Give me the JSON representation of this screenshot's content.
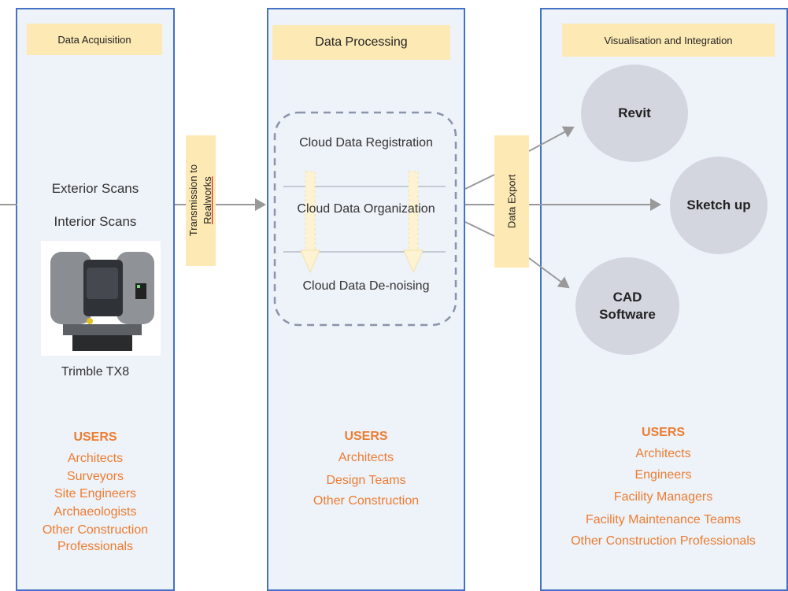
{
  "panels": {
    "acquisition": {
      "header": "Data Acquisition",
      "scans": [
        "Exterior Scans",
        "Interior Scans"
      ],
      "device_label": "Trimble TX8",
      "users_title": "USERS",
      "users": [
        "Architects",
        "Surveyors",
        "Site Engineers",
        "Archaeologists",
        "Other Construction Professionals"
      ]
    },
    "processing": {
      "header": "Data Processing",
      "steps": [
        "Cloud Data Registration",
        "Cloud Data Organization",
        "Cloud Data De-noising"
      ],
      "users_title": "USERS",
      "users": [
        "Architects",
        "Design Teams",
        "Other Construction"
      ]
    },
    "visualisation": {
      "header": "Visualisation and Integration",
      "users_title": "USERS",
      "users": [
        "Architects",
        "Engineers",
        "Facility Managers",
        "Facility Maintenance Teams",
        "Other Construction Professionals"
      ]
    }
  },
  "transmission": {
    "line1": "Transmission to",
    "line2": "Realworks"
  },
  "export": "Data Export",
  "outputs": [
    "Revit",
    "Sketch up",
    "CAD Software"
  ],
  "colors": {
    "panel_border": "#4472c4",
    "header_fill": "#fde9b4",
    "users_text": "#ed7d31",
    "circle_fill": "#d3d6df",
    "arrow": "#999999"
  }
}
